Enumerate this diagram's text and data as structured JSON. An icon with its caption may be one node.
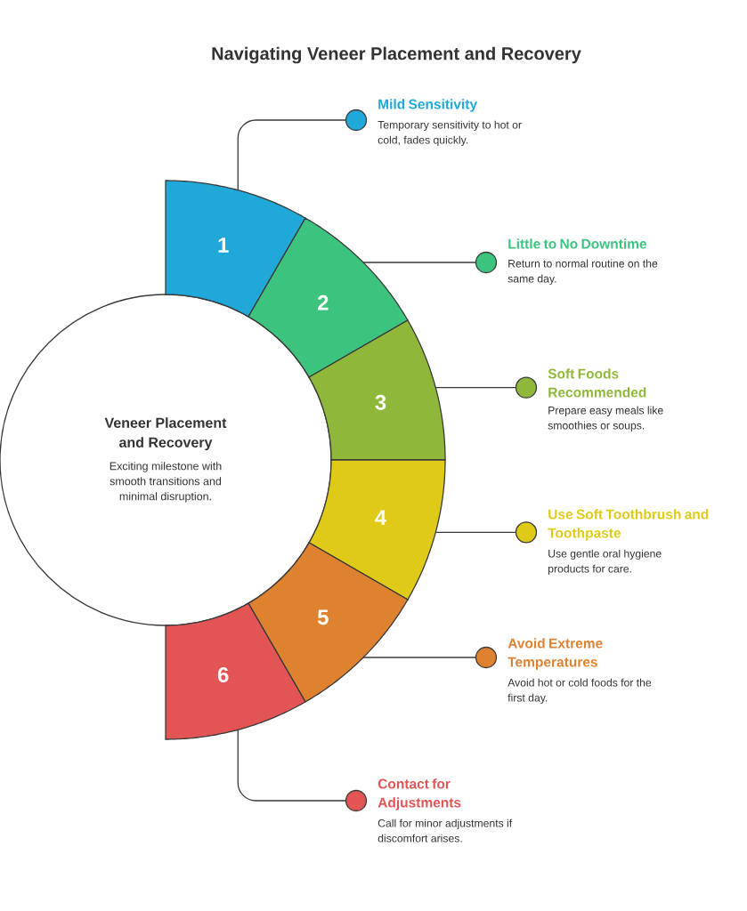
{
  "diagram": {
    "title": "Navigating Veneer Placement and Recovery",
    "nodes": [
      {
        "text": [
          "Veneer Placement and Recovery",
          "Exciting milestone with smooth transitions and minimal disruption."
        ]
      },
      {
        "text": [
          "1"
        ]
      },
      {
        "text": [
          "2"
        ]
      },
      {
        "text": [
          "3"
        ]
      },
      {
        "text": [
          "4"
        ]
      },
      {
        "text": [
          "5"
        ]
      },
      {
        "text": [
          "6"
        ]
      },
      {
        "text": [
          "Mild Sensitivity",
          "Temporary sensitivity to hot or cold, fades quickly."
        ]
      },
      {
        "text": [
          "Little to No Downtime",
          "Return to normal routine on the same day."
        ]
      },
      {
        "text": [
          "Soft Foods Recommended",
          "Prepare easy meals like smoothies or soups."
        ]
      },
      {
        "text": [
          "Use Soft Toothbrush and Toothpaste",
          "Use gentle oral hygiene products for care."
        ]
      },
      {
        "text": [
          "Avoid Extreme Temperatures",
          "Avoid hot or cold foods for the first day."
        ]
      },
      {
        "text": [
          "Contact for Adjustments",
          "Call for minor adjustments if discomfort arises."
        ]
      }
    ],
    "edges": [
      {
        "from": 1,
        "to": 7,
        "arrow": "other"
      },
      {
        "from": 2,
        "to": 8,
        "arrow": "other"
      },
      {
        "from": 3,
        "to": 9,
        "arrow": "other"
      },
      {
        "from": 4,
        "to": 10,
        "arrow": "other"
      },
      {
        "from": 5,
        "to": 11,
        "arrow": "other"
      },
      {
        "from": 6,
        "to": 12,
        "arrow": "other"
      }
    ]
  }
}
